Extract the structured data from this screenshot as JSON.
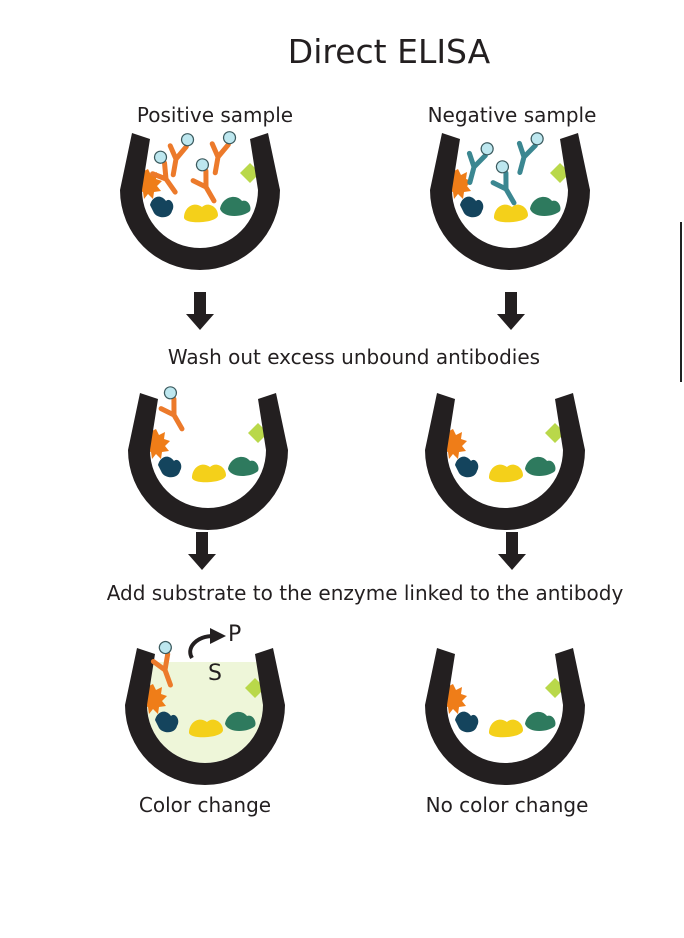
{
  "title": "Direct ELISA",
  "columns": {
    "left": "Positive sample",
    "right": "Negative sample"
  },
  "steps": {
    "wash": "Wash out excess unbound antibodies",
    "substrate": "Add substrate to the enzyme linked to the antibody"
  },
  "results": {
    "left": "Color change",
    "right": "No color change"
  },
  "reaction": {
    "substrate": "S",
    "product": "P"
  },
  "colors": {
    "well": "#231f20",
    "orange_antibody": "#ec7a2b",
    "teal_antibody": "#3b8791",
    "enzyme": "#bde7ef",
    "spiky_antigen": "#ef7d18",
    "navy_antigen": "#14445d",
    "yellow_antigen": "#f4d01a",
    "green_antigen": "#2e7a5e",
    "lime_antigen": "#b9d84a",
    "color_change_fill": "#eef6d9"
  }
}
